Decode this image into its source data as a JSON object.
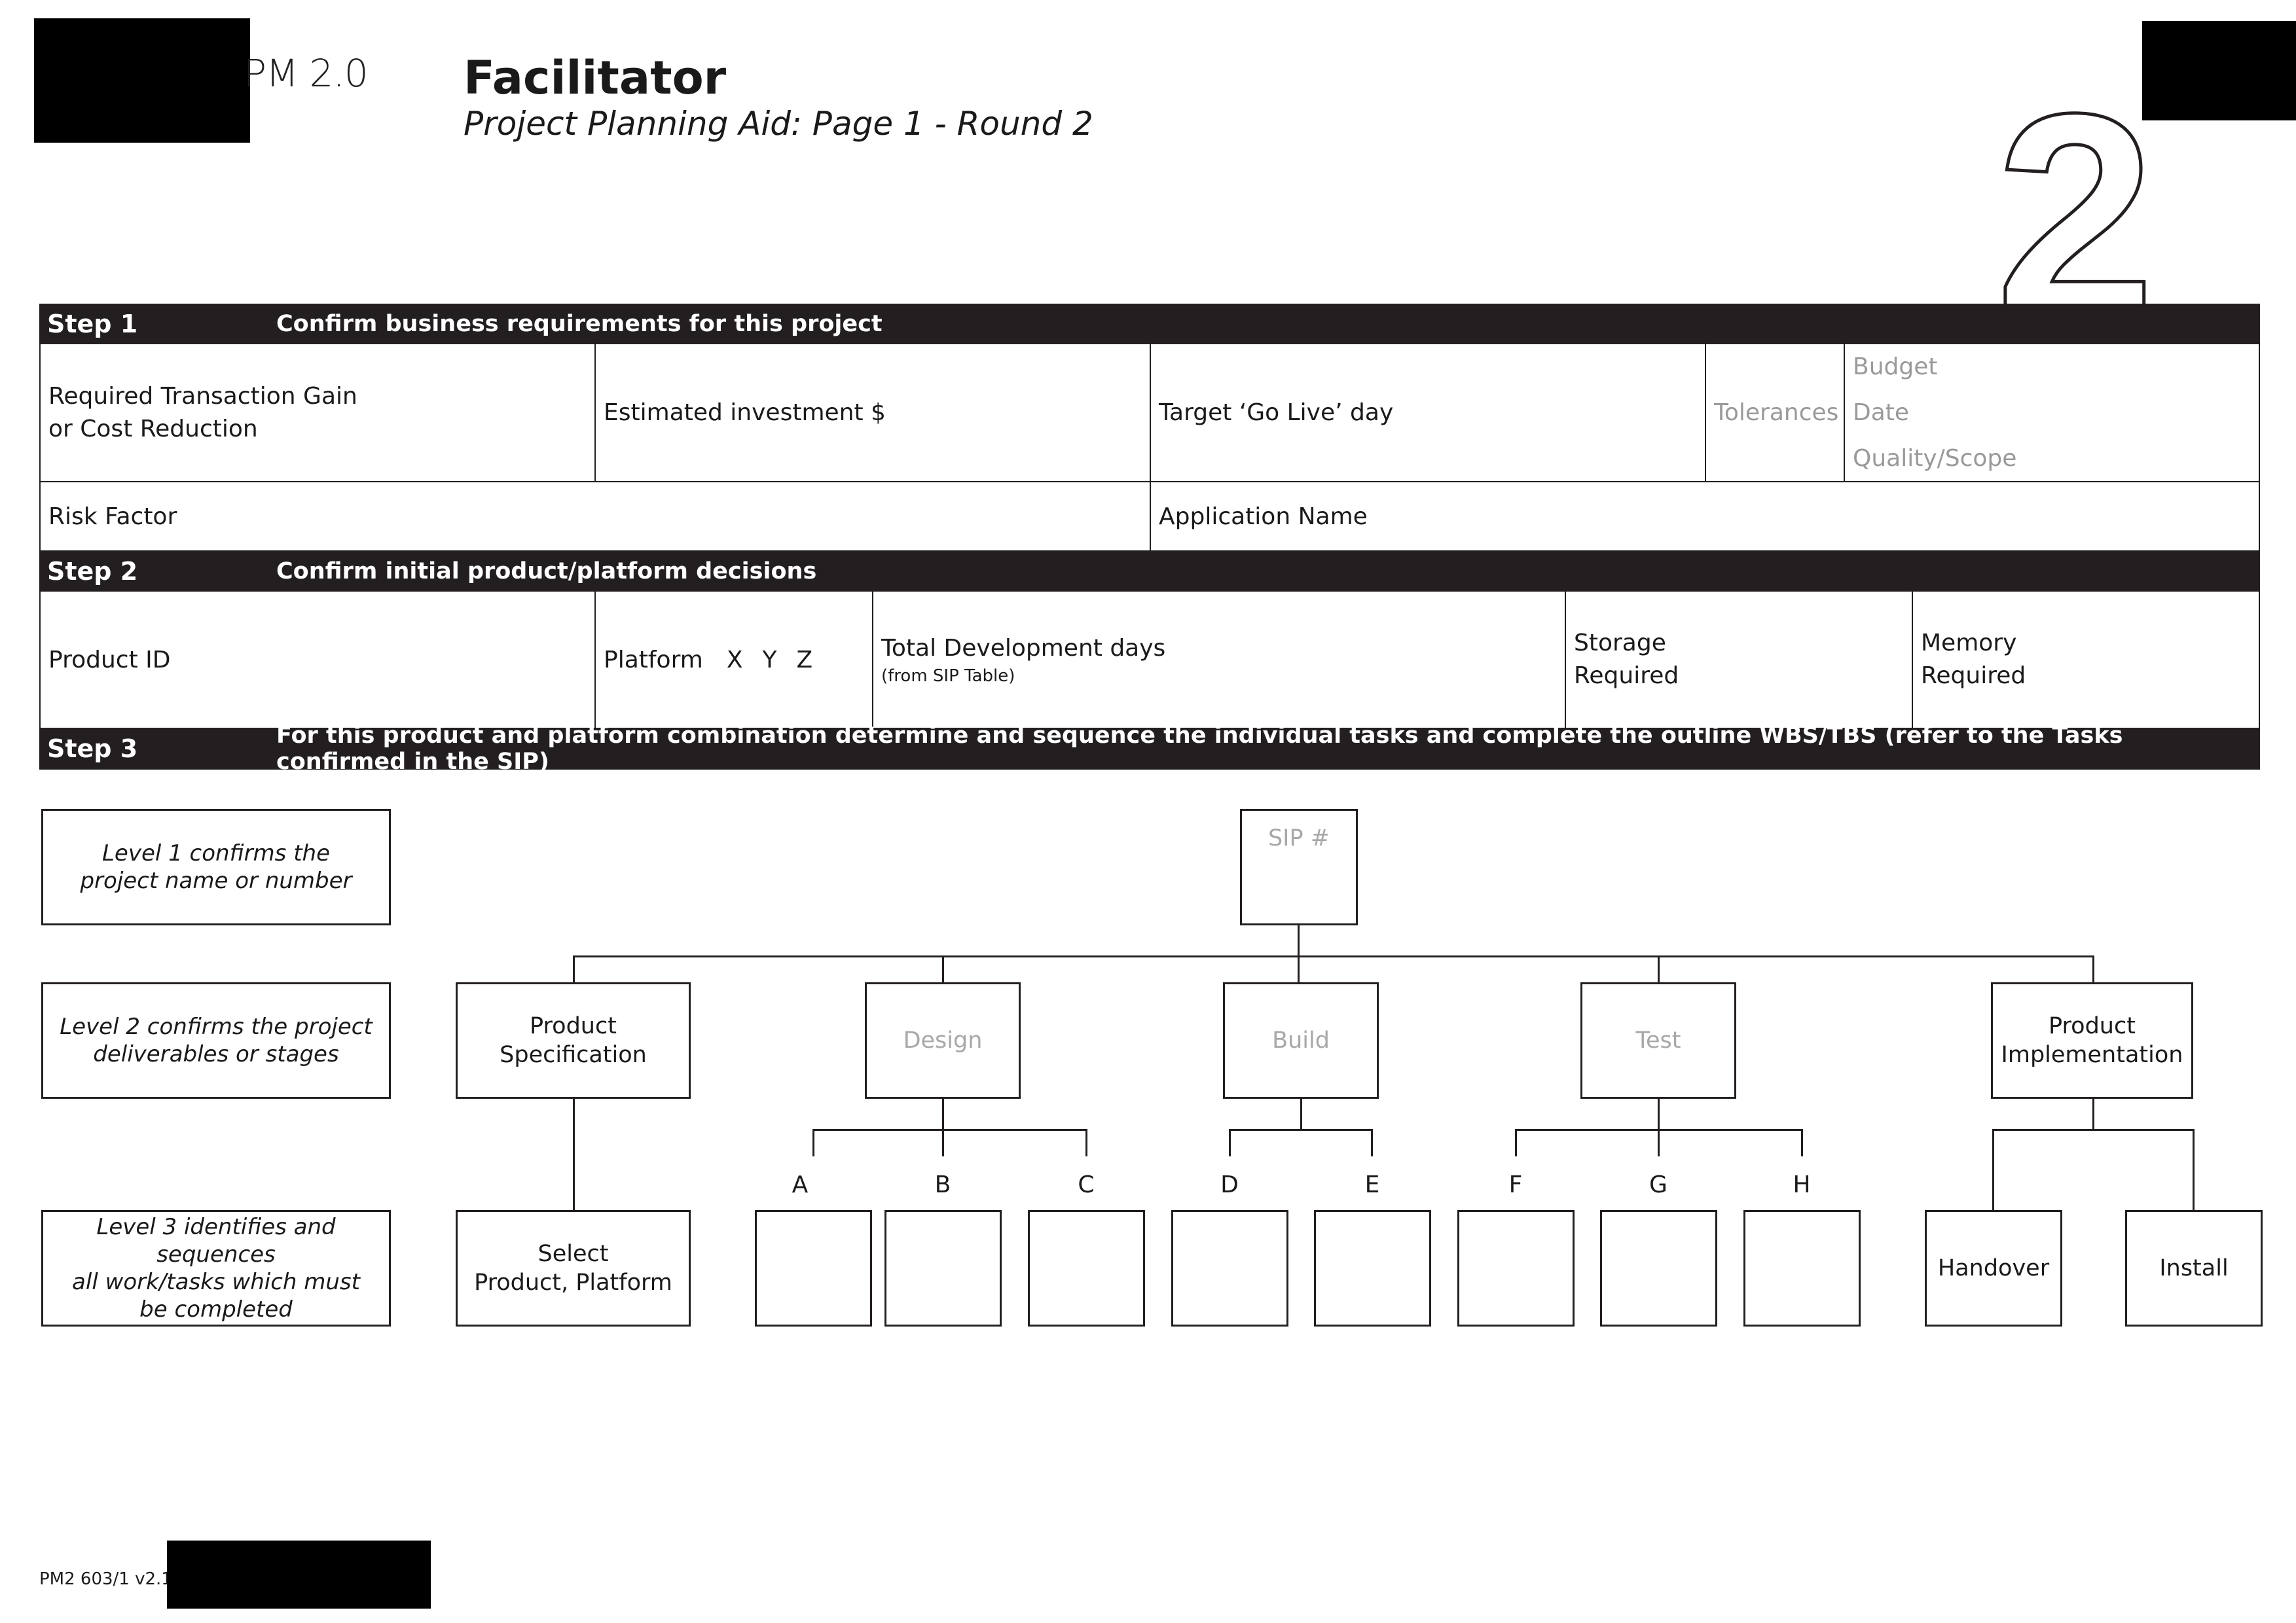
{
  "header": {
    "logo_suffix": "PM 2.0",
    "title": "Facilitator",
    "subtitle": "Project Planning Aid: Page 1 - Round 2",
    "round_number": "2"
  },
  "step1": {
    "label": "Step 1",
    "description": "Confirm business requirements for this project",
    "fields": {
      "transaction_gain_line1": "Required Transaction Gain",
      "transaction_gain_line2": "or Cost Reduction",
      "investment": "Estimated investment $",
      "go_live": "Target ‘Go Live’ day",
      "tolerances": "Tolerances",
      "tolerance_budget": "Budget",
      "tolerance_date": "Date",
      "tolerance_quality": "Quality/Scope",
      "risk_factor": "Risk Factor",
      "application_name": "Application Name"
    }
  },
  "step2": {
    "label": "Step 2",
    "description": "Confirm initial product/platform decisions",
    "fields": {
      "product_id": "Product ID",
      "platform": "Platform",
      "platform_x": "X",
      "platform_y": "Y",
      "platform_z": "Z",
      "total_dev_days": "Total Development days",
      "total_dev_days_note": "(from SIP Table)",
      "storage_line1": "Storage",
      "storage_line2": "Required",
      "memory_line1": "Memory",
      "memory_line2": "Required"
    }
  },
  "step3": {
    "label": "Step 3",
    "description": "For this product and platform combination determine and sequence the individual tasks and complete the outline WBS/TBS (refer to the Tasks confirmed in the SIP)"
  },
  "levels": {
    "level1_line1": "Level 1 confirms the",
    "level1_line2": "project name or number",
    "level2_line1": "Level 2 confirms the project",
    "level2_line2": "deliverables or stages",
    "level3_line1": "Level 3 identifies and sequences",
    "level3_line2": "all work/tasks which must",
    "level3_line3": "be completed"
  },
  "wbs": {
    "root": "SIP #",
    "product_spec_line1": "Product",
    "product_spec_line2": "Specification",
    "design": "Design",
    "build": "Build",
    "test": "Test",
    "product_impl_line1": "Product",
    "product_impl_line2": "Implementation",
    "select_line1": "Select",
    "select_line2": "Product, Platform",
    "letters": [
      "A",
      "B",
      "C",
      "D",
      "E",
      "F",
      "G",
      "H"
    ],
    "handover": "Handover",
    "install": "Install"
  },
  "footer": {
    "code": "PM2 603/1 v2.1"
  }
}
